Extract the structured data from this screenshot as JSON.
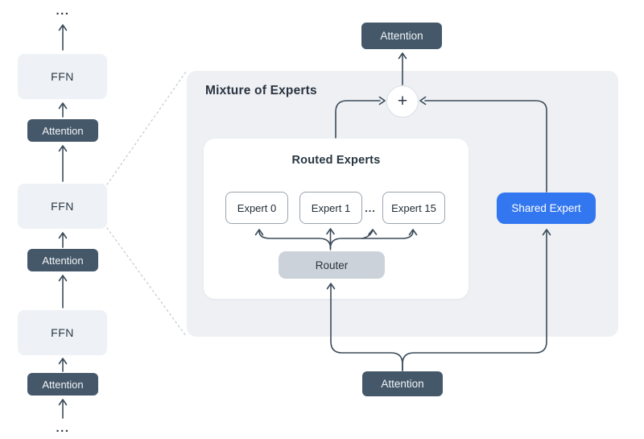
{
  "diagram": {
    "title": "Mixture of Experts",
    "routed_experts": {
      "title": "Routed Experts",
      "experts": [
        "Expert 0",
        "Expert 1",
        "Expert 15"
      ],
      "ellipsis": "...",
      "router_label": "Router"
    },
    "shared_expert_label": "Shared Expert",
    "attention_top_label": "Attention",
    "attention_bottom_label": "Attention",
    "plus_label": "+",
    "left_stack": {
      "ellipsis_top": "...",
      "ellipsis_bottom": "...",
      "blocks": [
        "FFN",
        "Attention",
        "FFN",
        "Attention",
        "FFN",
        "Attention"
      ]
    }
  },
  "colors": {
    "accent": "#3377f0",
    "attention": "#45586a",
    "panel": "#eef0f4",
    "ffn": "#eef1f5",
    "router": "#cbd2d9",
    "line": "#3b4b59"
  }
}
